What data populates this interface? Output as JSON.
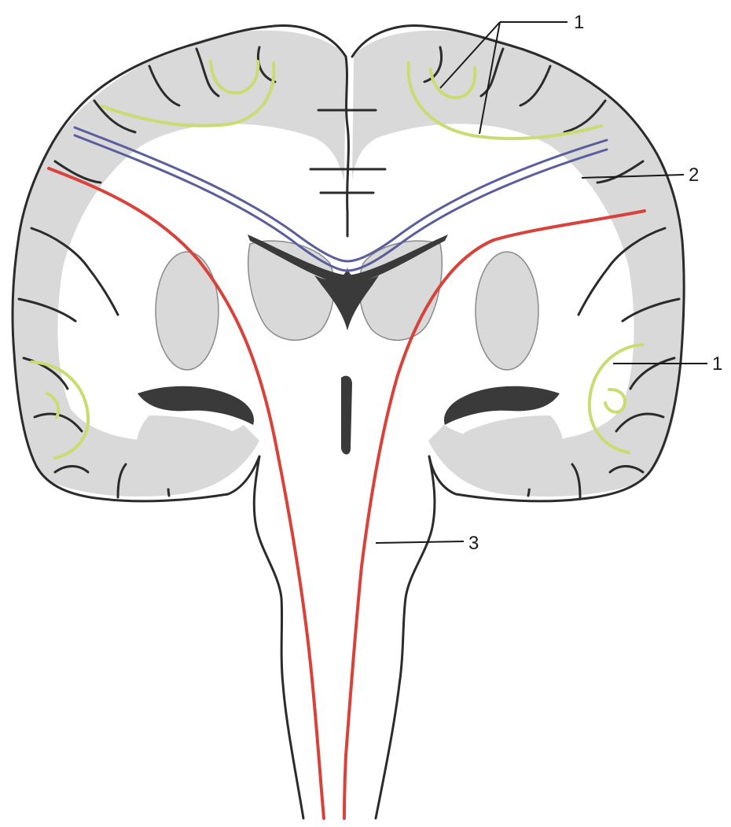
{
  "figure": {
    "labels": [
      {
        "id": "label-1-top",
        "text": "1"
      },
      {
        "id": "label-2",
        "text": "2"
      },
      {
        "id": "label-1-right",
        "text": "1"
      },
      {
        "id": "label-3",
        "text": "3"
      }
    ],
    "colors": {
      "association_fibers": "#c9dc72",
      "commissural_fibers": "#5a5e9c",
      "projection_fibers": "#d8423a",
      "grey_matter": "#d9d9d9",
      "outline": "#2b2b2b"
    }
  }
}
